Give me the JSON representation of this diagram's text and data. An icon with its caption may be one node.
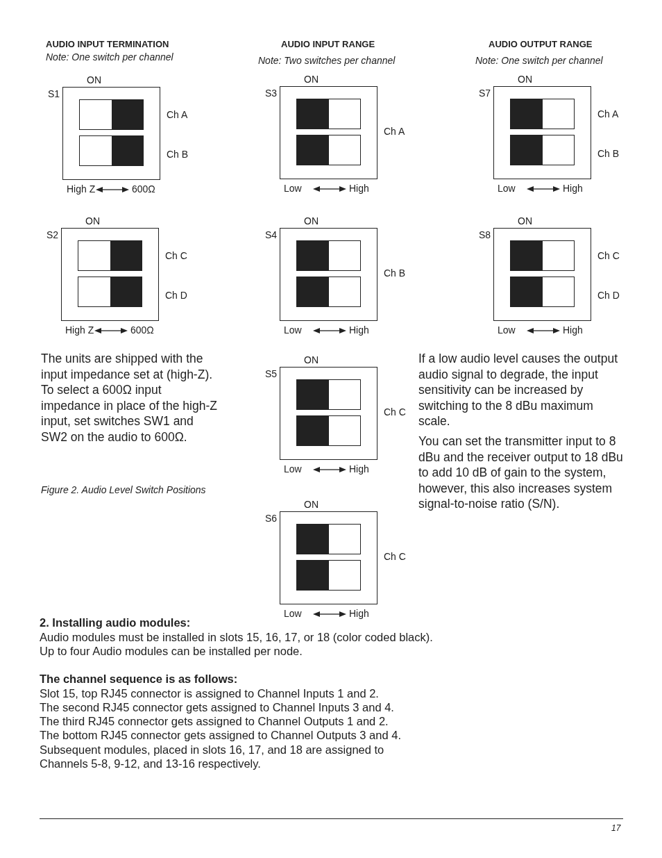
{
  "diagram": {
    "caption": "Figure 2. Audio Level Switch Positions",
    "nodes": [
      {
        "text": [
          "S1",
          "ON",
          "Ch A",
          "Ch B",
          "High Z",
          "600Ω"
        ]
      },
      {
        "text": [
          "S2",
          "ON",
          "Ch C",
          "Ch D",
          "High Z",
          "600Ω"
        ]
      },
      {
        "text": [
          "S3",
          "ON",
          "Ch A",
          "Low",
          "High"
        ]
      },
      {
        "text": [
          "S4",
          "ON",
          "Ch B",
          "Low",
          "High"
        ]
      },
      {
        "text": [
          "S5",
          "ON",
          "Ch C",
          "Low",
          "High"
        ]
      },
      {
        "text": [
          "S6",
          "ON",
          "Ch C",
          "Low",
          "High"
        ]
      },
      {
        "text": [
          "S7",
          "ON",
          "Ch A",
          "Ch B",
          "Low",
          "High"
        ]
      },
      {
        "text": [
          "S8",
          "ON",
          "Ch C",
          "Ch D",
          "Low",
          "High"
        ]
      }
    ],
    "edges": [],
    "labels": [
      "AUDIO INPUT TERMINATION",
      "AUDIO INPUT RANGE",
      "AUDIO OUTPUT RANGE",
      "Note: One switch per channel",
      "Note: Two switches per channel",
      "Note: One switch per channel",
      "The units are shipped with the input impedance set at (high-Z). To select a 600Ω input impedance in place of the high-Z input, set switches SW1 and SW2 on the audio to 600Ω.",
      "If a low audio level causes the output audio signal to degrade, the input sensitivity can be increased by switching to the 8 dBu maximum scale.",
      "You can set the transmitter input to 8 dBu and the receiver output to 18 dBu to add 10 dB of gain to the system, however, this also increases system signal-to-noise ratio (S/N).",
      "2. Installing audio modules:",
      "Audio modules must be installed in slots 15, 16, 17, or 18 (color coded black).",
      "Up to four Audio modules can be installed per node.",
      "The channel sequence is as follows:",
      "Slot 15, top RJ45 connector is assigned to Channel Inputs 1 and 2.",
      "The second RJ45 connector gets assigned to Channel Inputs 3 and 4.",
      "The third RJ45 connector gets assigned to Channel Outputs 1 and 2.",
      "The bottom RJ45 connector gets assigned to Channel Outputs 3 and 4.",
      "Subsequent modules, placed in slots 16, 17, and 18 are assigned to Channels 5-8, 9-12, and 13-16 respectively.",
      "17"
    ]
  }
}
